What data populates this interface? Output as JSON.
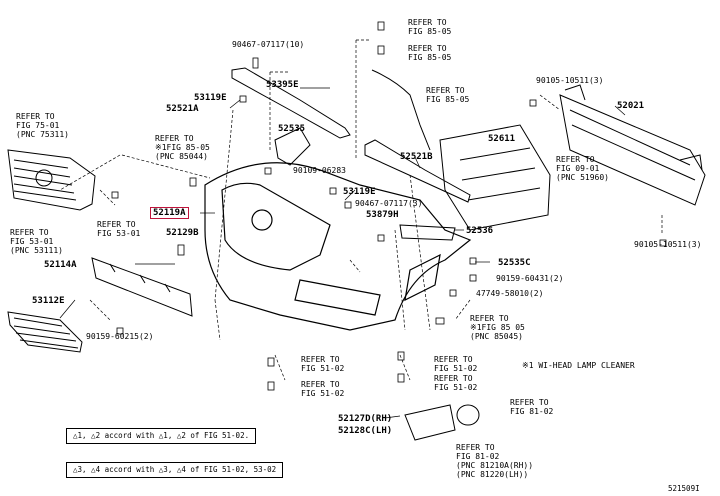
{
  "parts": {
    "p90467_07117_10": "90467-07117(10)",
    "p53395E": "53395E",
    "p53119E_top": "53119E",
    "p52521A": "52521A",
    "p52535": "52535",
    "p90109_06283": "90109-06283",
    "p52521B": "52521B",
    "p53119E_mid": "53119E",
    "p90467_07117_3": "90467-07117(3)",
    "p53879H": "53879H",
    "p52536": "52536",
    "p52535C": "52535C",
    "p90159_60431": "90159-60431(2)",
    "p47749_58010": "47749-58010(2)",
    "p52611": "52611",
    "p90105_10511_top": "90105-10511(3)",
    "p52021": "52021",
    "p90105_10511_bot": "90105-10511(3)",
    "p52119A": "52119A",
    "p52129B": "52129B",
    "p52114A": "52114A",
    "p53112E": "53112E",
    "p90159_60215": "90159-60215(2)",
    "p52127D": "52127D(RH)",
    "p52128C": "52128C(LH)"
  },
  "refs": {
    "r_top1": "REFER TO\nFIG 85-05",
    "r_top2": "REFER TO\nFIG 85-05",
    "r_top3": "REFER TO\nFIG 85-05",
    "r_85044": "REFER TO\n※1FIG 85-05\n(PNC 85044)",
    "r_75311": "REFER TO\nFIG 75-01\n(PNC 75311)",
    "r_53111": "REFER TO\nFIG 53-01\n(PNC 53111)",
    "r_5301": "REFER TO\nFIG 53-01",
    "r_51960": "REFER TO\nFIG 09-01\n(PNC 51960)",
    "r_85045": "REFER TO\n※1FIG 85 05\n(PNC 85045)",
    "r_5102_a": "REFER TO\nFIG 51-02",
    "r_5102_b": "REFER TO\nFIG 51-02",
    "r_5102_c": "REFER TO\nFIG 51-02",
    "r_5102_d": "REFER TO\nFIG 51-02",
    "r_8102_a": "REFER TO\nFIG 81-02",
    "r_8102_b": "REFER TO\nFIG 81-02\n(PNC 81210A(RH))\n(PNC 81220(LH))"
  },
  "notes": {
    "headlamp": "※1 WI-HEAD LAMP CLEANER",
    "box1": "△1, △2 accord with △1, △2 of FIG 51-02.",
    "box2": "△3, △4 accord with △3, △4 of FIG 51-02, 53-02",
    "fig_id": "521509I"
  }
}
